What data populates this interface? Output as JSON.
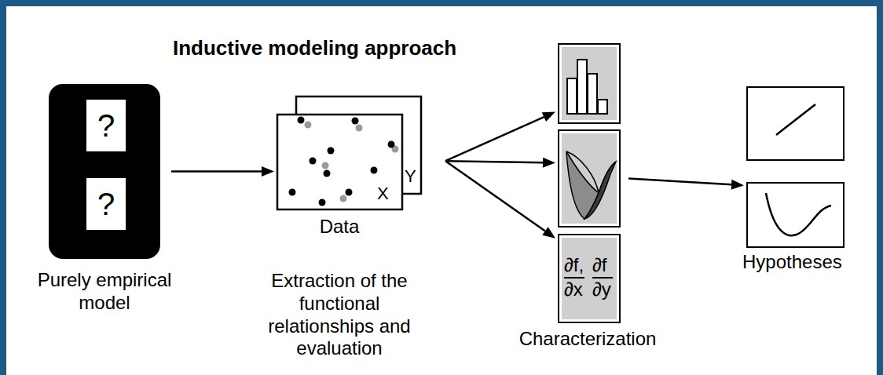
{
  "diagram": {
    "title": "Inductive modeling approach",
    "nodes": [
      {
        "text": [
          "Purely empirical model"
        ]
      },
      {
        "text": [
          "?"
        ],
        "in": 0
      },
      {
        "text": [
          "?"
        ],
        "in": 0
      },
      {
        "text": [
          "Data",
          "Extraction of the functional relationships and evaluation"
        ]
      },
      {
        "text": []
      },
      {
        "text": []
      },
      {
        "text": [
          "∂f,",
          "∂x",
          "∂f",
          "∂y"
        ]
      },
      {
        "text": []
      },
      {
        "text": []
      }
    ],
    "edges": [
      {
        "from": 0,
        "to": 3,
        "arrow": "to"
      },
      {
        "from": 3,
        "to": 4,
        "arrow": "to"
      },
      {
        "from": 3,
        "to": 5,
        "arrow": "to"
      },
      {
        "from": 3,
        "to": 6,
        "arrow": "to"
      },
      {
        "from": 5,
        "to": 8,
        "arrow": "to"
      }
    ],
    "labels": [
      "X",
      "Y",
      "Characterization",
      "Hypotheses"
    ]
  }
}
